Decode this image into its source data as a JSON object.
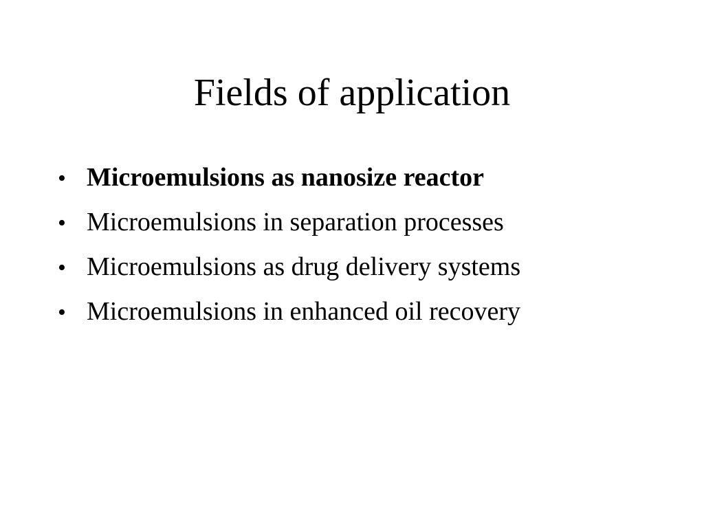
{
  "slide": {
    "title": "Fields of application",
    "bullet_symbol": "•",
    "bullets": [
      {
        "text": "Microemulsions as nanosize reactor",
        "bold": true
      },
      {
        "text": "Microemulsions in separation processes",
        "bold": false
      },
      {
        "text": "Microemulsions as drug delivery systems",
        "bold": false
      },
      {
        "text": "Microemulsions in enhanced oil recovery",
        "bold": false
      }
    ]
  }
}
